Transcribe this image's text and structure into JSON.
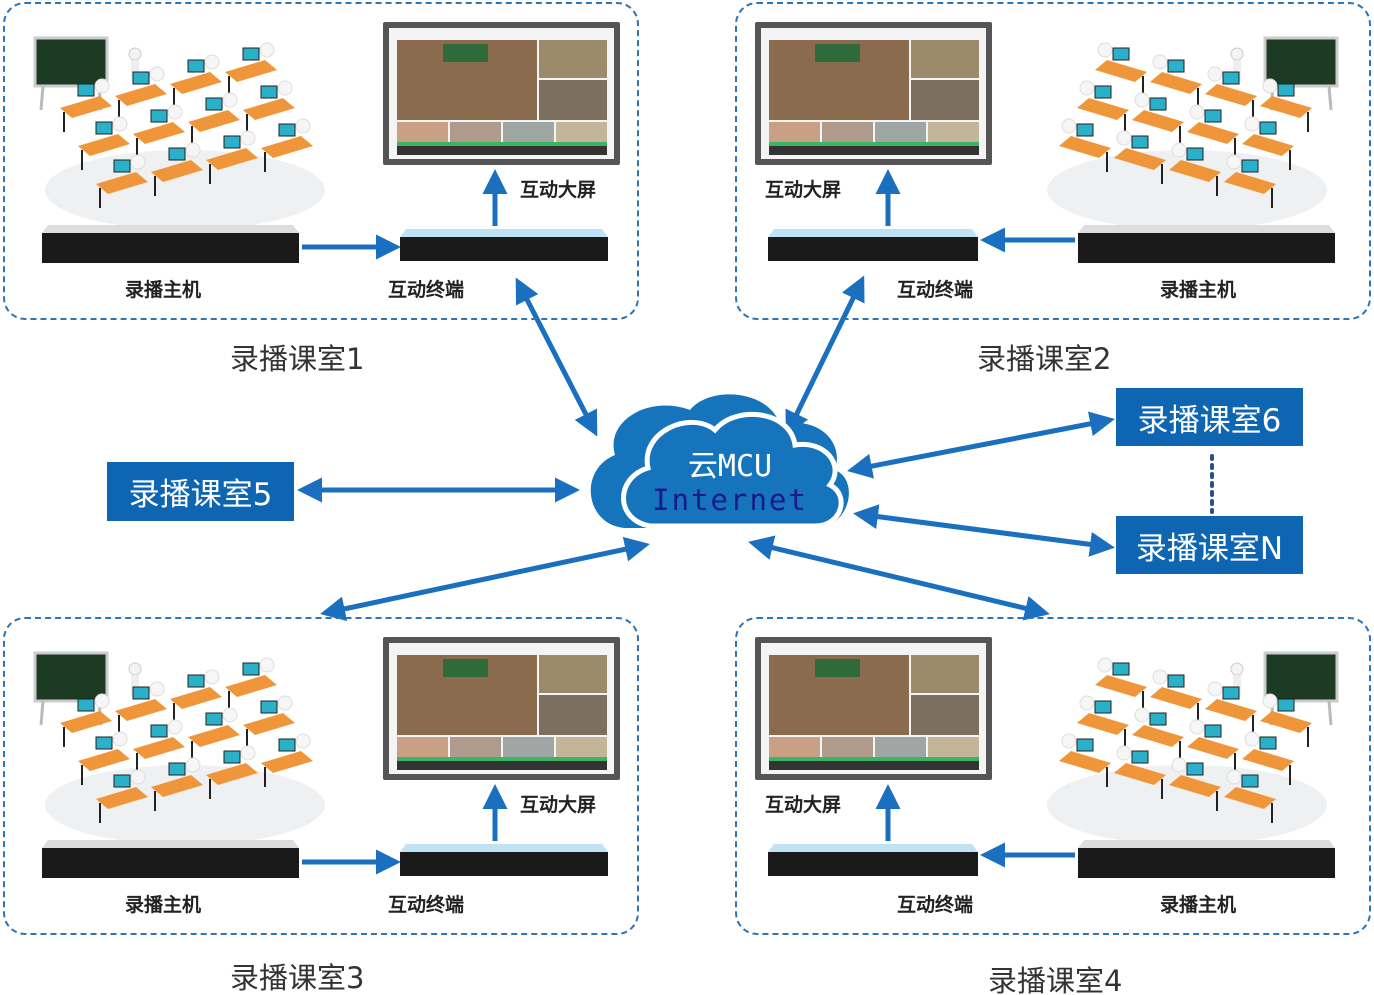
{
  "cloud": {
    "title": "云MCU",
    "subtitle": "Internet"
  },
  "rooms": [
    {
      "title": "录播课室1",
      "screen_label": "互动大屏",
      "terminal_label": "互动终端",
      "recorder_label": "录播主机"
    },
    {
      "title": "录播课室2",
      "screen_label": "互动大屏",
      "terminal_label": "互动终端",
      "recorder_label": "录播主机"
    },
    {
      "title": "录播课室3",
      "screen_label": "互动大屏",
      "terminal_label": "互动终端",
      "recorder_label": "录播主机"
    },
    {
      "title": "录播课室4",
      "screen_label": "互动大屏",
      "terminal_label": "互动终端",
      "recorder_label": "录播主机"
    }
  ],
  "extra_rooms": [
    "录播课室5",
    "录播课室6",
    "录播课室N"
  ],
  "colors": {
    "accent": "#0e66b3",
    "arrow": "#1a6fbf",
    "border": "#2f74b5",
    "subtitle": "#1a1a8c"
  }
}
